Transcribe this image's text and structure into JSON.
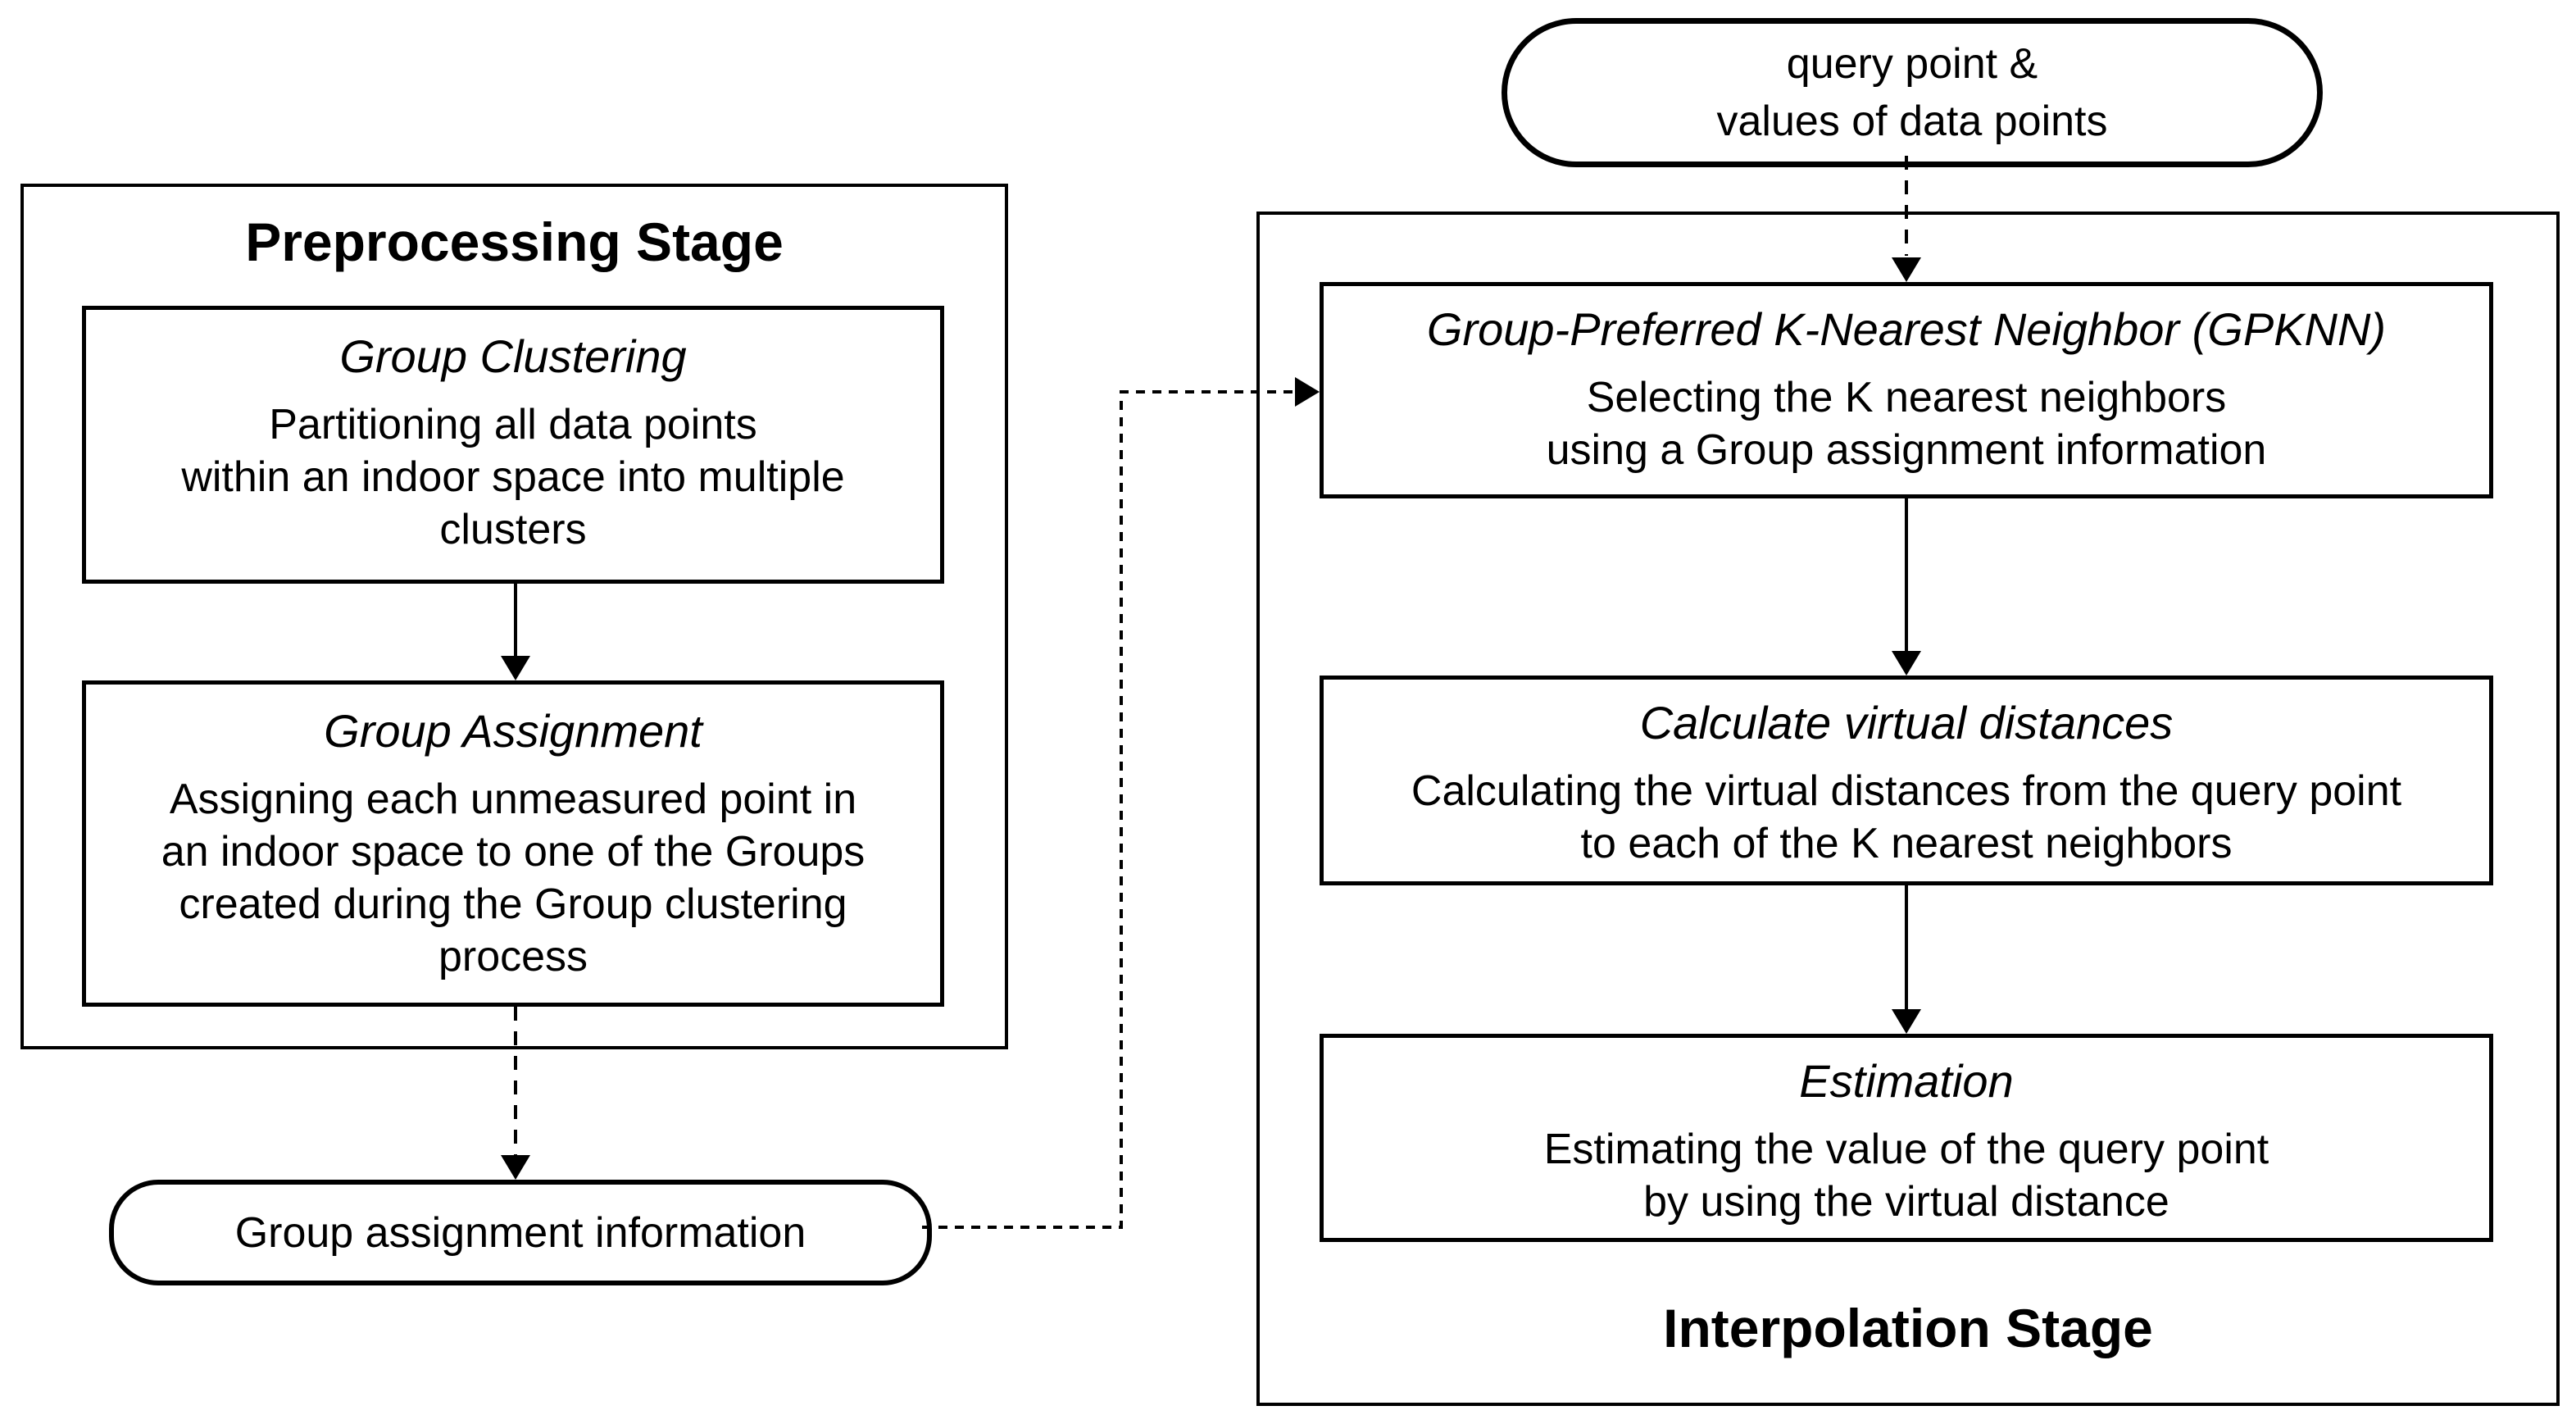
{
  "figure": {
    "colors": {
      "line": "#000000",
      "background": "#ffffff"
    },
    "query_terminal": {
      "lines": [
        "query point &",
        "values of data points"
      ]
    },
    "preprocessing_stage": {
      "title": "Preprocessing Stage",
      "group_clustering": {
        "title": "Group Clustering",
        "body": [
          "Partitioning all data points",
          "within an indoor space into multiple",
          "clusters"
        ]
      },
      "group_assignment": {
        "title": "Group Assignment",
        "body": [
          "Assigning each unmeasured point in",
          "an indoor space to one of the Groups",
          "created during the Group clustering",
          "process"
        ]
      }
    },
    "group_info_terminal": {
      "label": "Group assignment information"
    },
    "interpolation_stage": {
      "title": "Interpolation Stage",
      "gpknn": {
        "title": "Group-Preferred K-Nearest Neighbor (GPKNN)",
        "body": [
          "Selecting the K nearest neighbors",
          "using a Group assignment information"
        ]
      },
      "calculate_virtual_distances": {
        "title": "Calculate virtual distances",
        "body": [
          "Calculating the virtual distances from the query point",
          "to each of the K nearest neighbors"
        ]
      },
      "estimation": {
        "title": "Estimation",
        "body": [
          "Estimating the value of the query point",
          "by using the virtual distance"
        ]
      }
    }
  }
}
